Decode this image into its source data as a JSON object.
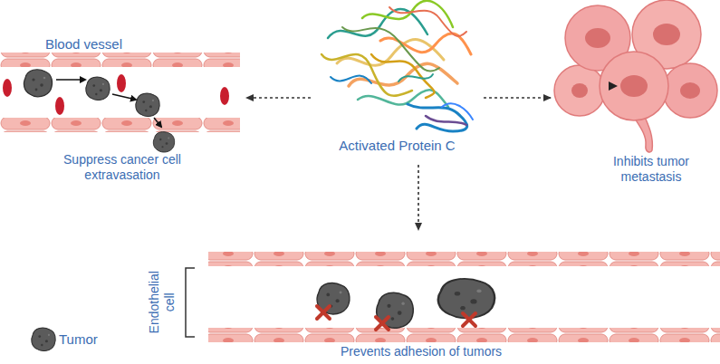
{
  "diagram": {
    "nodes": [
      {
        "text": [
          "Blood vessel",
          "Suppress cancer cell extravasation"
        ]
      },
      {
        "text": [
          "Activated Protein C"
        ]
      },
      {
        "text": [
          "Inhibits tumor metastasis"
        ]
      },
      {
        "text": [
          "Prevents adhesion of tumors"
        ]
      }
    ],
    "edges": [
      {
        "from": 1,
        "to": 0,
        "arrow": "to"
      },
      {
        "from": 1,
        "to": 2,
        "arrow": "to"
      },
      {
        "from": 1,
        "to": 3,
        "arrow": "to"
      }
    ],
    "labels": [
      "Endothelial cell"
    ],
    "legend": [
      {
        "text": "Tumor"
      }
    ]
  }
}
